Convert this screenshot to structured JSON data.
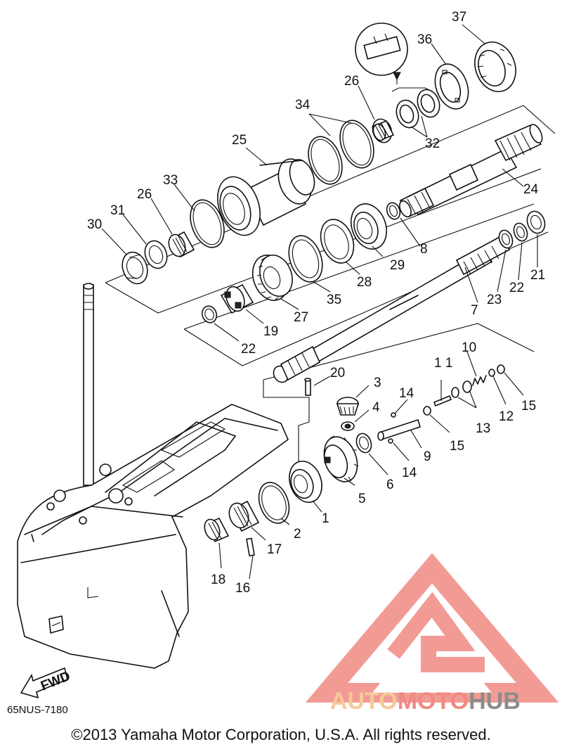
{
  "callouts": {
    "c1": "1",
    "c2": "2",
    "c3": "3",
    "c4": "4",
    "c5": "5",
    "c6": "6",
    "c7": "7",
    "c8": "8",
    "c9": "9",
    "c10": "10",
    "c11": "1 1",
    "c12": "12",
    "c13": "13",
    "c14a": "14",
    "c14b": "14",
    "c15a": "15",
    "c15b": "15",
    "c16": "16",
    "c17": "17",
    "c18": "18",
    "c19": "19",
    "c20": "20",
    "c21": "21",
    "c22a": "22",
    "c22b": "22",
    "c23": "23",
    "c24": "24",
    "c25": "25",
    "c26a": "26",
    "c26b": "26",
    "c27": "27",
    "c28": "28",
    "c29": "29",
    "c30": "30",
    "c31": "31",
    "c32": "32",
    "c33": "33",
    "c34": "34",
    "c35": "35",
    "c36": "36",
    "c37": "37"
  },
  "fwd_label": "FWD",
  "diagram_code": "65NUS-7180",
  "copyright": "©2013 Yamaha Motor Corporation, U.S.A. All rights reserved.",
  "watermark": {
    "part1": "AUTO",
    "part2": "MOTO",
    "part3": "HUB",
    "color_auto": "#f6c99a",
    "color_moto": "#f08a83",
    "color_hub": "#8c8c8c",
    "logo_color": "#f08a83"
  }
}
